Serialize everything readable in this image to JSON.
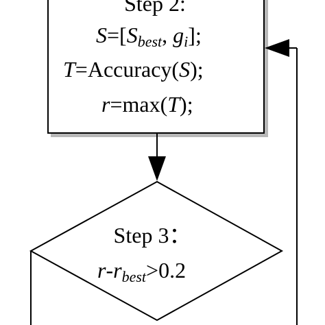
{
  "step2": {
    "title": "Step 2:",
    "line1": {
      "a": "S",
      "b": "=[",
      "c": "S",
      "d": "best",
      "e": ", ",
      "f": "g",
      "g": "i",
      "h": "];"
    },
    "line2": {
      "a": "T",
      "b": "=Accuracy(",
      "c": "S",
      "d": ");"
    },
    "line3": {
      "a": "r",
      "b": "=max(",
      "c": "T",
      "d": ");"
    }
  },
  "step3": {
    "title": "Step 3：",
    "cond": {
      "a": "r",
      "b": "-",
      "c": "r",
      "d": "best",
      "e": ">0.2"
    }
  }
}
